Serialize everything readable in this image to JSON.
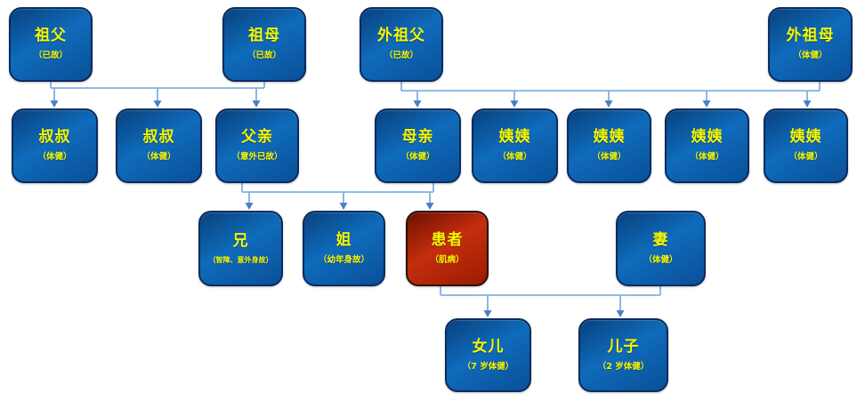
{
  "diagram": {
    "type": "family-pedigree",
    "colors": {
      "node_fill_blue": "#0f6bbb",
      "node_fill_red": "#c42e0d",
      "node_border_blue": "#0a2c5e",
      "node_border_red": "#2b1206",
      "label_yellow": "#f6f600",
      "connector_line": "#82b1e0",
      "arrowhead": "#4b80c7",
      "background": "#ffffff"
    },
    "nodes": [
      {
        "id": "paternal-grandfather",
        "label": "祖父",
        "sublabel": "（已故）"
      },
      {
        "id": "paternal-grandmother",
        "label": "祖母",
        "sublabel": "（已故）"
      },
      {
        "id": "maternal-grandfather",
        "label": "外祖父",
        "sublabel": "（已故）"
      },
      {
        "id": "maternal-grandmother",
        "label": "外祖母",
        "sublabel": "（体健）"
      },
      {
        "id": "uncle-1",
        "label": "叔叔",
        "sublabel": "（体健）"
      },
      {
        "id": "uncle-2",
        "label": "叔叔",
        "sublabel": "（体健）"
      },
      {
        "id": "father",
        "label": "父亲",
        "sublabel": "（意外已故）"
      },
      {
        "id": "mother",
        "label": "母亲",
        "sublabel": "（体健）"
      },
      {
        "id": "aunt-1",
        "label": "姨姨",
        "sublabel": "（体健）"
      },
      {
        "id": "aunt-2",
        "label": "姨姨",
        "sublabel": "（体健）"
      },
      {
        "id": "aunt-3",
        "label": "姨姨",
        "sublabel": "（体健）"
      },
      {
        "id": "aunt-4",
        "label": "姨姨",
        "sublabel": "（体健）"
      },
      {
        "id": "elder-brother",
        "label": "兄",
        "sublabel": "（智障、意外身故）"
      },
      {
        "id": "elder-sister",
        "label": "姐",
        "sublabel": "（幼年身故）"
      },
      {
        "id": "patient",
        "label": "患者",
        "sublabel": "（肌病）",
        "variant": "patient"
      },
      {
        "id": "wife",
        "label": "妻",
        "sublabel": "（体健）"
      },
      {
        "id": "daughter",
        "label": "女儿",
        "sublabel": "（7 岁体健）"
      },
      {
        "id": "son",
        "label": "儿子",
        "sublabel": "（2 岁体健）"
      }
    ],
    "families": [
      {
        "parents": [
          "祖父",
          "祖母"
        ],
        "children": [
          "叔叔",
          "叔叔",
          "父亲"
        ]
      },
      {
        "parents": [
          "外祖父",
          "外祖母"
        ],
        "children": [
          "母亲",
          "姨姨",
          "姨姨",
          "姨姨",
          "姨姨"
        ]
      },
      {
        "parents": [
          "父亲",
          "母亲"
        ],
        "children": [
          "兄",
          "姐",
          "患者"
        ]
      },
      {
        "parents": [
          "患者",
          "妻"
        ],
        "children": [
          "女儿",
          "儿子"
        ]
      }
    ]
  }
}
